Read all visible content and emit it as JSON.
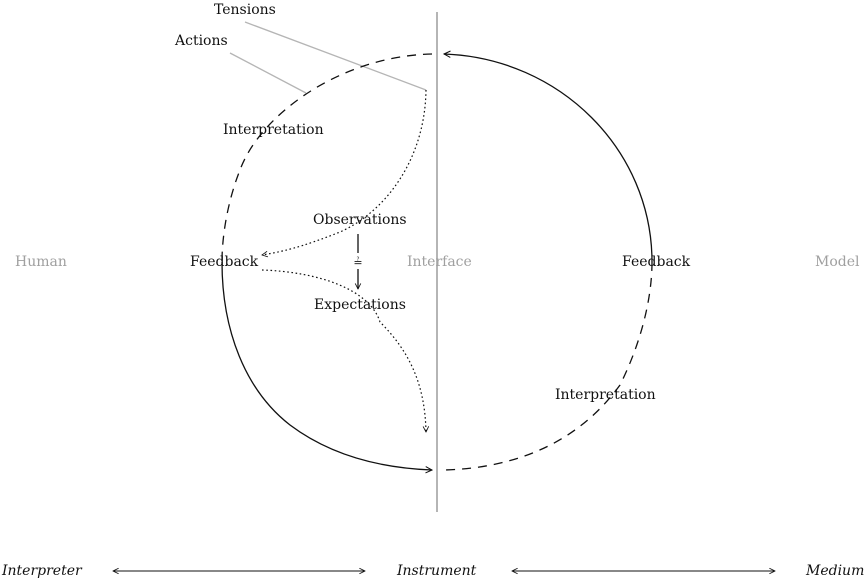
{
  "labels": {
    "tensions": "Tensions",
    "actions": "Actions",
    "interpretation_left": "Interpretation",
    "observations": "Observations",
    "expectations": "Expectations",
    "feedback_left": "Feedback",
    "feedback_right": "Feedback",
    "interpretation_right": "Interpretation",
    "human": "Human",
    "interface": "Interface",
    "model": "Model",
    "comparison_symbol": "≟"
  },
  "axis": {
    "interpreter": "Interpreter",
    "instrument": "Instrument",
    "medium": "Medium"
  },
  "colors": {
    "ink": "#111111",
    "muted": "#a0a0a0",
    "leader": "#b5b5b5"
  }
}
